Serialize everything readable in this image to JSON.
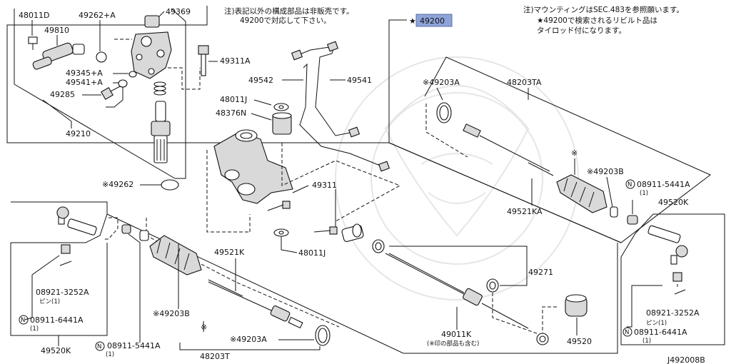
{
  "notes": {
    "top_center_line1": "注)表記以外の構成部品は非販売です。",
    "top_center_line2": "49200で対応して下さい。",
    "top_right_line1": "注)マウンティングはSEC.483を参照願います。",
    "top_right_line2": "★49200で検索されるリビルト品は",
    "top_right_line3": "タイロッド付になります。"
  },
  "main_part": {
    "label": "49200",
    "prefix": "★",
    "highlight": "#8ea4d8"
  },
  "labels": {
    "p48011D": "48011D",
    "p49810": "49810",
    "p49262A": "49262+A",
    "p49369": "49369",
    "p49311A": "49311A",
    "p49345A": "49345+A",
    "p49541A": "49541+A",
    "p49285": "49285",
    "p49210": "49210",
    "p49542": "49542",
    "p49541": "49541",
    "p48011J_top": "48011J",
    "p48376N": "48376N",
    "p49262": "※49262",
    "p49311": "49311",
    "p48011J_bot": "48011J",
    "p49203A_top": "※49203A",
    "p48203TA": "48203TA",
    "p49203B_right": "※49203B",
    "p08911_5441A_right": "08911-5441A",
    "p08911_5441A_right_qty": "(1)",
    "p49520K_right": "49520K",
    "p49521KA": "49521KA",
    "star_mark": "※",
    "p49271": "49271",
    "p49521K": "49521K",
    "p08921_3252A_left": "08921-3252A",
    "pin_left": "ピン(1)",
    "p08911_6441A_left": "08911-6441A",
    "p08911_6441A_left_qty": "(1)",
    "p49520K_left": "49520K",
    "p08911_5441A_bot": "08911-5441A",
    "p08911_5441A_bot_qty": "(1)",
    "p49203B_bot": "※49203B",
    "star_mark_bot": "※",
    "p48203T": "48203T",
    "p49203A_bot": "※49203A",
    "p49011K": "49011K",
    "p49011K_note": "(※印の部品も含む)",
    "p49520": "49520",
    "p08921_3252A_right": "08921-3252A",
    "pin_right": "ピン(1)",
    "p08911_6441A_right": "08911-6441A",
    "p08911_6441A_right_qty": "(1)",
    "diagram_code": "J492008B",
    "n_symbol": "N"
  }
}
